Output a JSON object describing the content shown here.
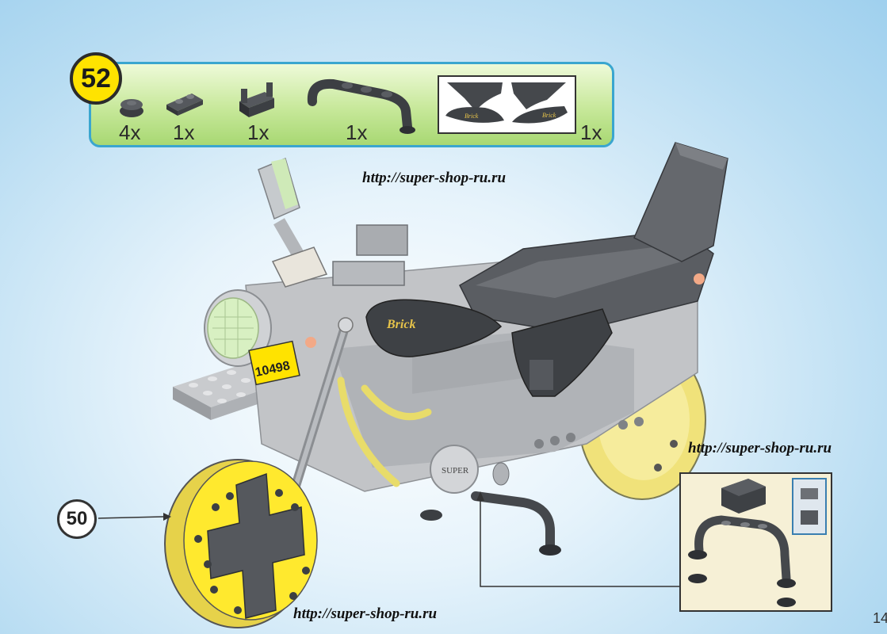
{
  "step": {
    "number": "52"
  },
  "parts": [
    {
      "name": "round-plate",
      "qty": "4x"
    },
    {
      "name": "plate-with-clip",
      "qty": "1x"
    },
    {
      "name": "bracket-plate",
      "qty": "1x"
    },
    {
      "name": "exhaust-pipe",
      "qty": "1x"
    },
    {
      "name": "fairing-panels",
      "qty": "1x"
    }
  ],
  "watermarks": [
    "http://super-shop-ru.ru",
    "http://super-shop-ru.ru",
    "http://super-shop-ru.ru"
  ],
  "model": {
    "plate_text": "10498",
    "tank_logo": "Brick",
    "engine_badge": "SUPER"
  },
  "callout": {
    "step_ref": "50"
  },
  "page": {
    "number": "14"
  },
  "colors": {
    "accent": "#ffe300",
    "frame": "#3aa6cf",
    "bar_green": "#b6df86",
    "model_gray": "#b9bcc0",
    "model_dark": "#4a4c50"
  }
}
